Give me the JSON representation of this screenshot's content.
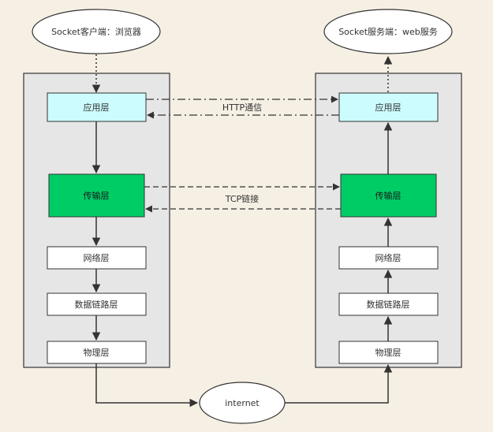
{
  "client": {
    "title": "Socket客户端：浏览器",
    "layers": {
      "application": "应用层",
      "transport": "传输层",
      "network": "网络层",
      "datalink": "数据链路层",
      "physical": "物理层"
    }
  },
  "server": {
    "title": "Socket服务端：web服务",
    "layers": {
      "application": "应用层",
      "transport": "传输层",
      "network": "网络层",
      "datalink": "数据链路层",
      "physical": "物理层"
    }
  },
  "connections": {
    "http": "HTTP通信",
    "tcp": "TCP链接"
  },
  "internet": "internet",
  "colors": {
    "background": "#f6efe4",
    "panel": "#e6e6e6",
    "application_layer": "#ccfcfd",
    "transport_layer": "#00cc66",
    "other_layer": "#ffffff",
    "stroke": "#333333"
  }
}
